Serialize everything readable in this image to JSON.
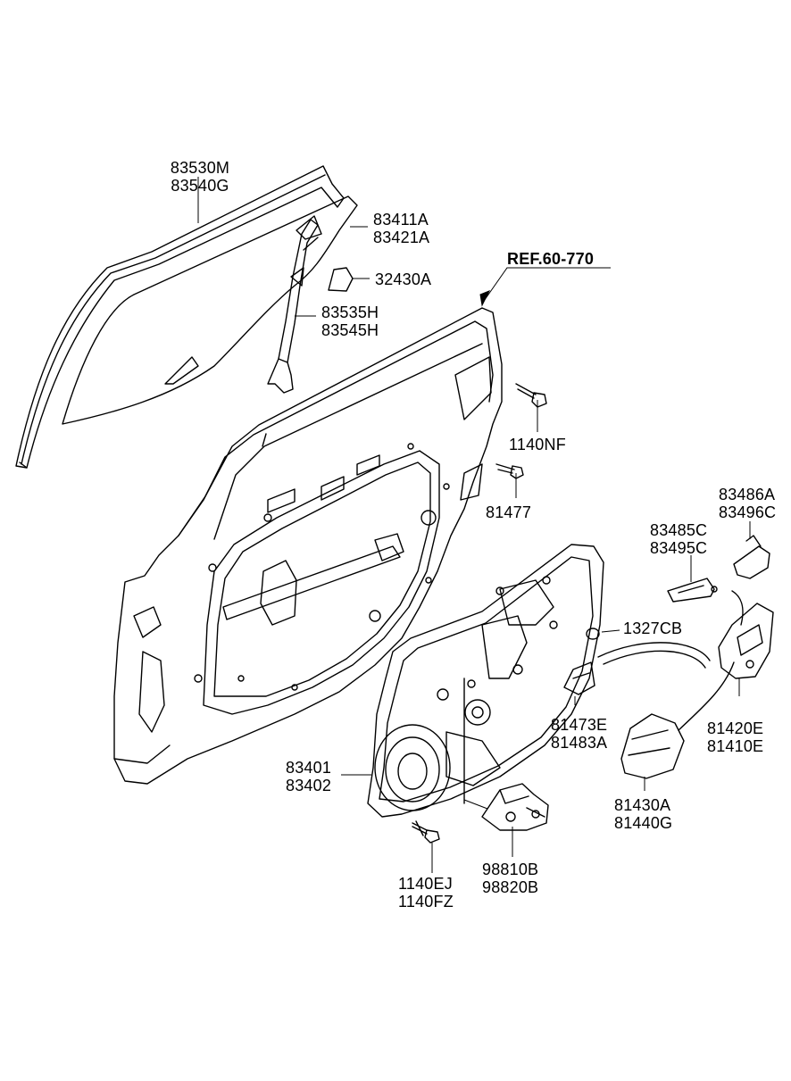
{
  "colors": {
    "line": "#000000",
    "background": "#ffffff"
  },
  "callouts": [
    {
      "id": "window-run-channel",
      "lines": [
        "83530M",
        "83540G"
      ]
    },
    {
      "id": "door-glass",
      "lines": [
        "83411A",
        "83421A"
      ]
    },
    {
      "id": "glass-pad",
      "lines": [
        "32430A"
      ]
    },
    {
      "id": "rear-channel",
      "lines": [
        "83535H",
        "83545H"
      ]
    },
    {
      "id": "door-panel-ref",
      "lines": [
        "REF.60-770"
      ]
    },
    {
      "id": "upper-bolt",
      "lines": [
        "1140NF"
      ]
    },
    {
      "id": "striker-bolt",
      "lines": [
        "81477"
      ]
    },
    {
      "id": "outer-handle",
      "lines": [
        "83486A",
        "83496C"
      ]
    },
    {
      "id": "inner-handle",
      "lines": [
        "83485C",
        "83495C"
      ]
    },
    {
      "id": "grommet",
      "lines": [
        "1327CB"
      ]
    },
    {
      "id": "lock-rod",
      "lines": [
        "81473E",
        "81483A"
      ]
    },
    {
      "id": "door-latch",
      "lines": [
        "81420E",
        "81410E"
      ]
    },
    {
      "id": "module-panel",
      "lines": [
        "83401",
        "83402"
      ]
    },
    {
      "id": "latch-actuator",
      "lines": [
        "81430A",
        "81440G"
      ]
    },
    {
      "id": "lower-bolt",
      "lines": [
        "1140EJ",
        "1140FZ"
      ]
    },
    {
      "id": "window-motor",
      "lines": [
        "98810B",
        "98820B"
      ]
    }
  ]
}
